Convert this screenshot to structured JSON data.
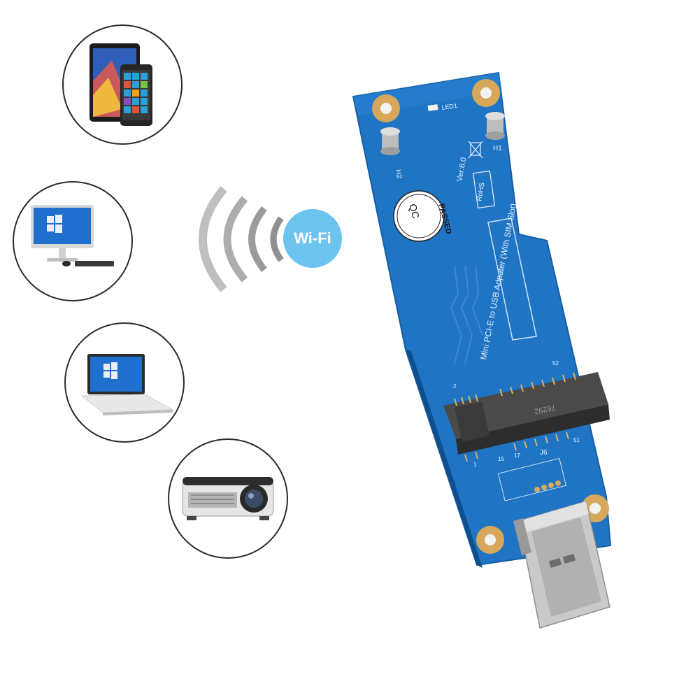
{
  "devices": [
    {
      "name": "tablet-and-phone"
    },
    {
      "name": "desktop-computer"
    },
    {
      "name": "laptop"
    },
    {
      "name": "projector"
    }
  ],
  "wifi": {
    "label": "Wi-Fi",
    "color": "#6cc4ee"
  },
  "board": {
    "color": "#1f74c4",
    "qc_line1": "QC",
    "qc_line2": "PASSED",
    "title": "Mini PCI-E to USB Adpater (With SIM Slot)",
    "version": "Ver:6.0",
    "rohs": "RoHS",
    "led": "LED1",
    "h1": "H1",
    "h2": "H2",
    "j6": "J6",
    "pin2": "2",
    "pin52": "52",
    "pin1": "1",
    "pin15": "15",
    "pin17": "17",
    "pin51": "51",
    "slot_marking": "76292"
  }
}
